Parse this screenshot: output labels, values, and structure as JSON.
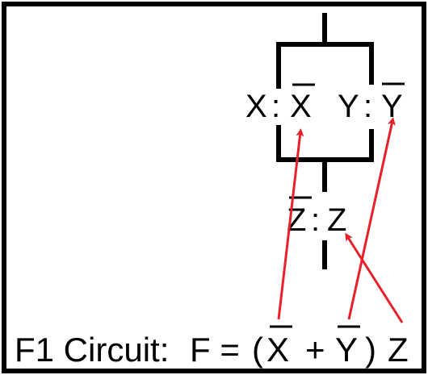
{
  "diagram": {
    "circuit_name": "F1 Circuit:",
    "formula_lhs": "F =",
    "formula_paren_open": "(",
    "formula_var_1": "X",
    "formula_plus": "+",
    "formula_var_2": "Y",
    "formula_paren_close": ")",
    "formula_var_3": "Z",
    "branch_left_var": "X",
    "branch_left_sep": ":",
    "branch_left_bar_var": "X",
    "branch_right_var": "Y",
    "branch_right_sep": ":",
    "branch_right_bar_var": "Y",
    "series_bar_var": "Z",
    "series_sep": ":",
    "series_var": "Z",
    "colors": {
      "wire": "#000000",
      "arrow": "#e8202a",
      "frame": "#000000",
      "background": "#ffffff"
    }
  }
}
